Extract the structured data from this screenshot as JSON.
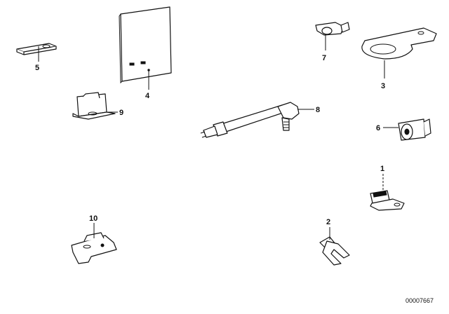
{
  "diagram": {
    "callouts": [
      "1",
      "2",
      "3",
      "4",
      "5",
      "6",
      "7",
      "8",
      "9",
      "10"
    ],
    "image_code": "00007667"
  }
}
